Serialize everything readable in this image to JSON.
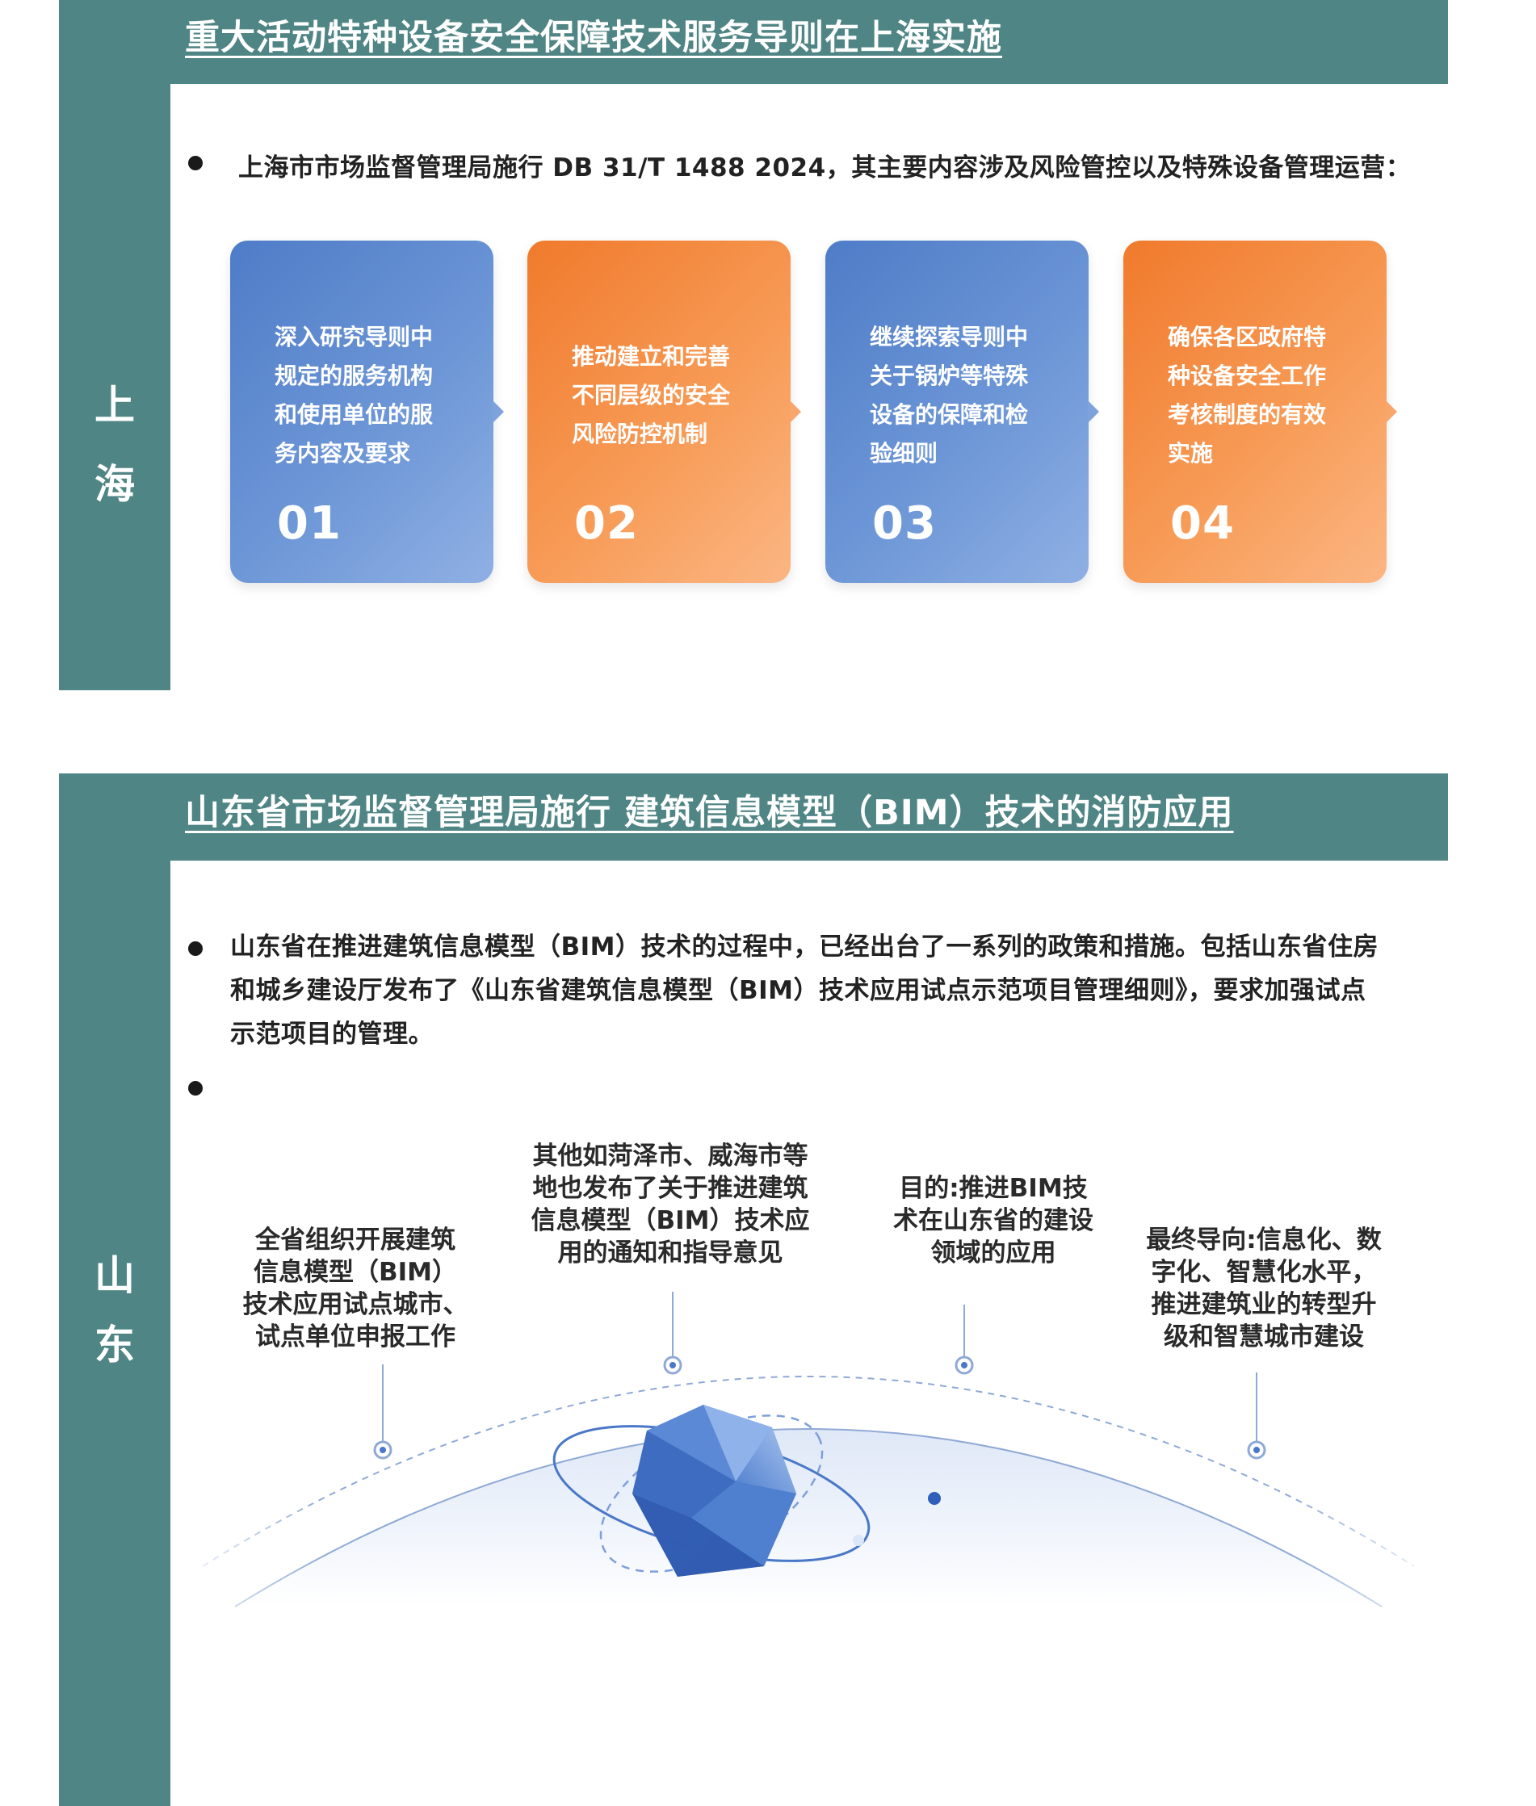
{
  "shanghai": {
    "title": "重大活动特种设备安全保障技术服务导则在上海实施",
    "side_label_1": "上",
    "side_label_2": "海",
    "bullet": "上海市市场监督管理局施行 DB 31/T 1488 2024，其主要内容涉及风险管控以及特殊设备管理运营：",
    "cards": [
      {
        "lines": [
          "深入研究导则中",
          "规定的服务机构",
          "和使用单位的服",
          "务内容及要求"
        ],
        "number": "01",
        "color": "blue"
      },
      {
        "lines": [
          "推动建立和完善",
          "不同层级的安全",
          "风险防控机制"
        ],
        "number": "02",
        "color": "orange"
      },
      {
        "lines": [
          "继续探索导则中",
          "关于锅炉等特殊",
          "设备的保障和检",
          "验细则"
        ],
        "number": "03",
        "color": "blue"
      },
      {
        "lines": [
          "确保各区政府特",
          "种设备安全工作",
          "考核制度的有效",
          "实施"
        ],
        "number": "04",
        "color": "orange"
      }
    ]
  },
  "shandong": {
    "title": "山东省市场监督管理局施行  建筑信息模型（BIM）技术的消防应用",
    "side_label_1": "山",
    "side_label_2": "东",
    "bullet_lines": [
      "山东省在推进建筑信息模型（BIM）技术的过程中，已经出台了一系列的政策和措施。包括山东省住房",
      "和城乡建设厅发布了《山东省建筑信息模型（BIM）技术应用试点示范项目管理细则》，要求加强试点",
      "示范项目的管理。"
    ],
    "diagram_labels": [
      {
        "lines": [
          "全省组织开展建筑",
          "信息模型（BIM）",
          "技术应用试点城市、",
          "试点单位申报工作"
        ]
      },
      {
        "lines": [
          "其他如菏泽市、威海市等",
          "地也发布了关于推进建筑",
          "信息模型（BIM）技术应",
          "用的通知和指导意见"
        ]
      },
      {
        "lines": [
          "目的:推进BIM技",
          "术在山东省的建设",
          "领域的应用"
        ]
      },
      {
        "lines": [
          "最终导向:信息化、数",
          "字化、智慧化水平，",
          "推进建筑业的转型升",
          "级和智慧城市建设"
        ]
      }
    ]
  },
  "colors": {
    "teal": "#4f8584",
    "card_blue": "#5b86cd",
    "card_orange": "#f2822f",
    "diagram_blue": "#4a78c8"
  }
}
